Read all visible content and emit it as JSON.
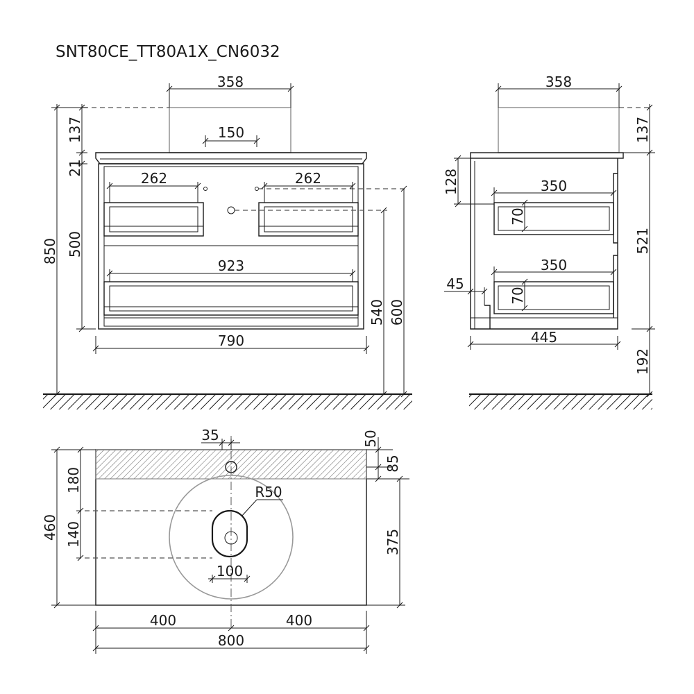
{
  "title": "SNT80CE_TT80A1X_CN6032",
  "front": {
    "dims": {
      "basin_width": "358",
      "hole_spacing": "150",
      "basin_height": "137",
      "top_thickness": "21",
      "total_height": "850",
      "cabinet_height": "500",
      "drawer_width_left": "262",
      "drawer_width_right": "262",
      "inner_width": "923",
      "cabinet_width": "790",
      "height_540": "540",
      "height_600": "600"
    }
  },
  "side": {
    "dims": {
      "basin_width": "358",
      "basin_height": "137",
      "top_gap": "128",
      "drawer_depth_upper": "350",
      "drawer_depth_lower": "350",
      "drawer_h_upper": "70",
      "drawer_h_lower": "70",
      "plinth_offset": "45",
      "cabinet_height": "521",
      "depth": "445",
      "floor_gap": "192"
    }
  },
  "plan": {
    "dims": {
      "tap_offset": "35",
      "edge_50": "50",
      "edge_85": "85",
      "depth_180": "180",
      "depth_140": "140",
      "total_depth": "460",
      "radius": "R50",
      "depth_375": "375",
      "drain": "100",
      "half_left": "400",
      "half_right": "400",
      "total_width": "800"
    }
  }
}
